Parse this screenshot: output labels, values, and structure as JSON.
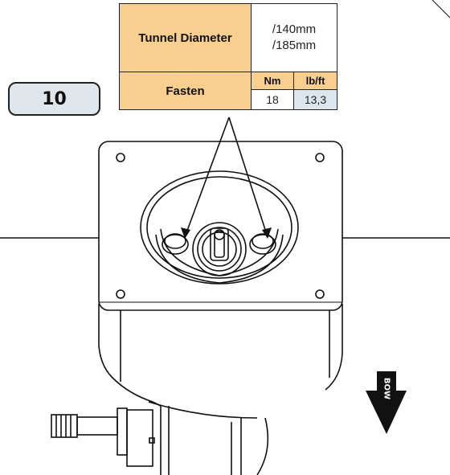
{
  "step": {
    "number": "10"
  },
  "spec_table": {
    "tunnel_label": "Tunnel Diameter",
    "diameters": [
      "/140mm",
      "/185mm"
    ],
    "fasten_label": "Fasten",
    "unit_nm": "Nm",
    "unit_lbft": "lb/ft",
    "torque_nm": "18",
    "torque_lbft": "13,3"
  },
  "direction": {
    "label": "BOW"
  },
  "colors": {
    "header_fill": "#f8cf8f",
    "badge_fill": "#dfe7ec",
    "value_highlight": "#dbe6ee",
    "line": "#111111"
  },
  "icons": [
    "bow-direction-arrow-icon"
  ]
}
